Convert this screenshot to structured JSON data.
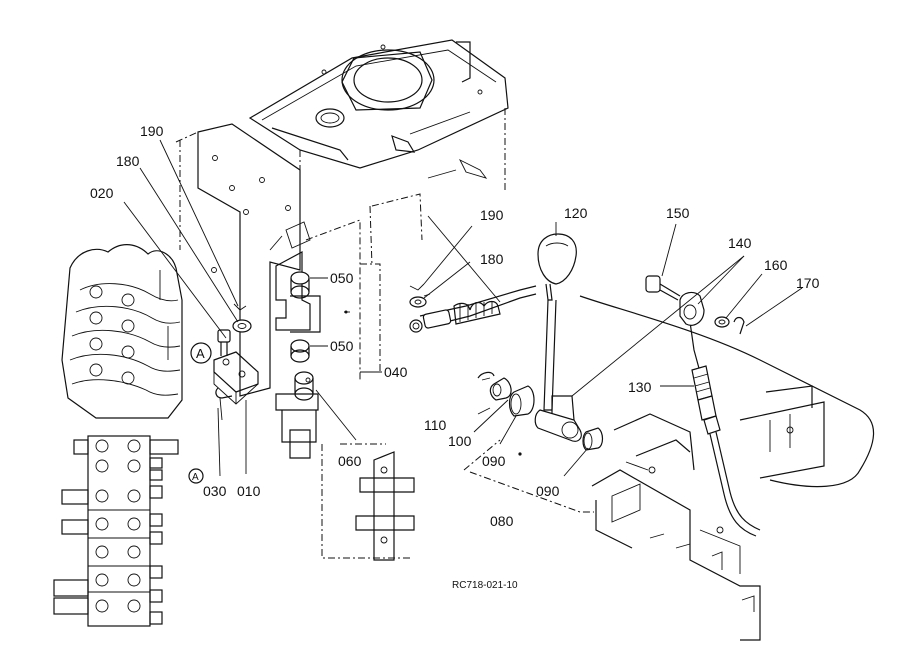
{
  "drawing_code": "RC718-021-10",
  "callouts": {
    "p010": "010",
    "p020": "020",
    "p030": "030",
    "p040": "040",
    "p050a": "050",
    "p050b": "050",
    "p060": "060",
    "p080": "080",
    "p090a": "090",
    "p090b": "090",
    "p100": "100",
    "p110": "110",
    "p120": "120",
    "p130": "130",
    "p140": "140",
    "p150": "150",
    "p160": "160",
    "p170": "170",
    "p180a": "180",
    "p180b": "180",
    "p190a": "190",
    "p190b": "190"
  },
  "refs": {
    "main": "A",
    "small": "A"
  }
}
